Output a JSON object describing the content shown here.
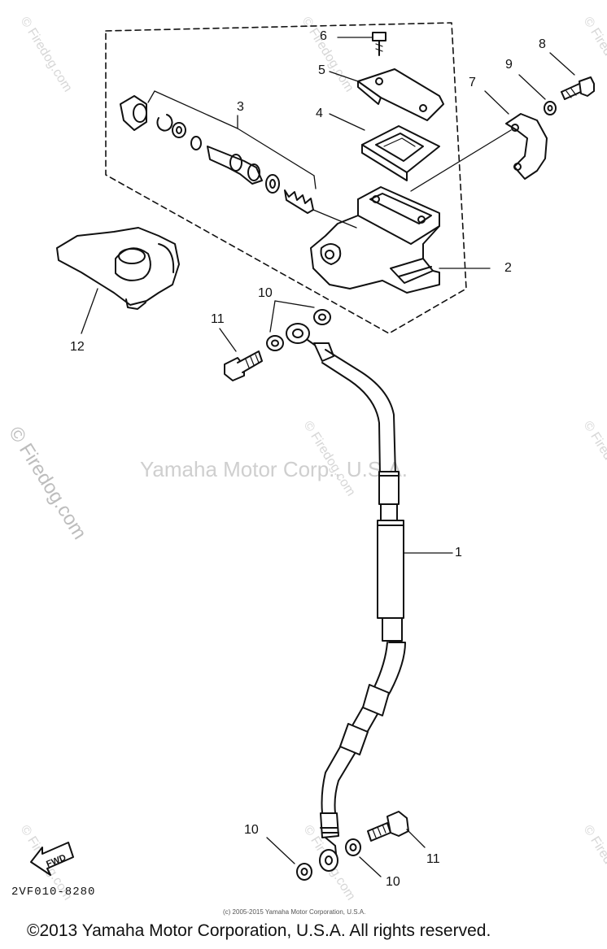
{
  "callouts": {
    "c1": "1",
    "c2": "2",
    "c3": "3",
    "c4": "4",
    "c5": "5",
    "c6": "6",
    "c7": "7",
    "c8": "8",
    "c9": "9",
    "c10a": "10",
    "c10b": "10",
    "c10c": "10",
    "c11a": "11",
    "c11b": "11",
    "c12": "12"
  },
  "watermarks": {
    "center": "Yamaha Motor Corp., U.S.A.",
    "firedog": "© Firedog.com"
  },
  "fwd_label": "FWD",
  "diagram_code": "2VF010-8280",
  "small_copyright": "(c) 2005-2015 Yamaha Motor Corporation, U.S.A.",
  "footer": "©2013 Yamaha Motor Corporation, U.S.A. All rights reserved."
}
